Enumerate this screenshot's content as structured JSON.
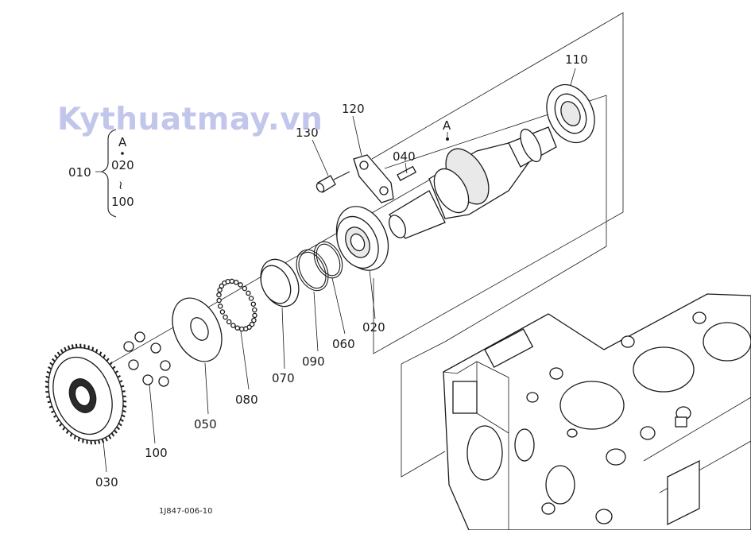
{
  "watermark": "Kythuatmay.vn",
  "drawing_code": "1J847-006-10",
  "callouts": {
    "p010": "010",
    "p020": "020",
    "p030": "030",
    "p040": "040",
    "p050": "050",
    "p060": "060",
    "p070": "070",
    "p080": "080",
    "p090": "090",
    "p100": "100",
    "p110": "110",
    "p120": "120",
    "p130": "130",
    "shaft_ref": "A"
  },
  "assembly_bracket": {
    "top": "A",
    "middle": "020",
    "tilde": "≀",
    "bottom": "100"
  }
}
